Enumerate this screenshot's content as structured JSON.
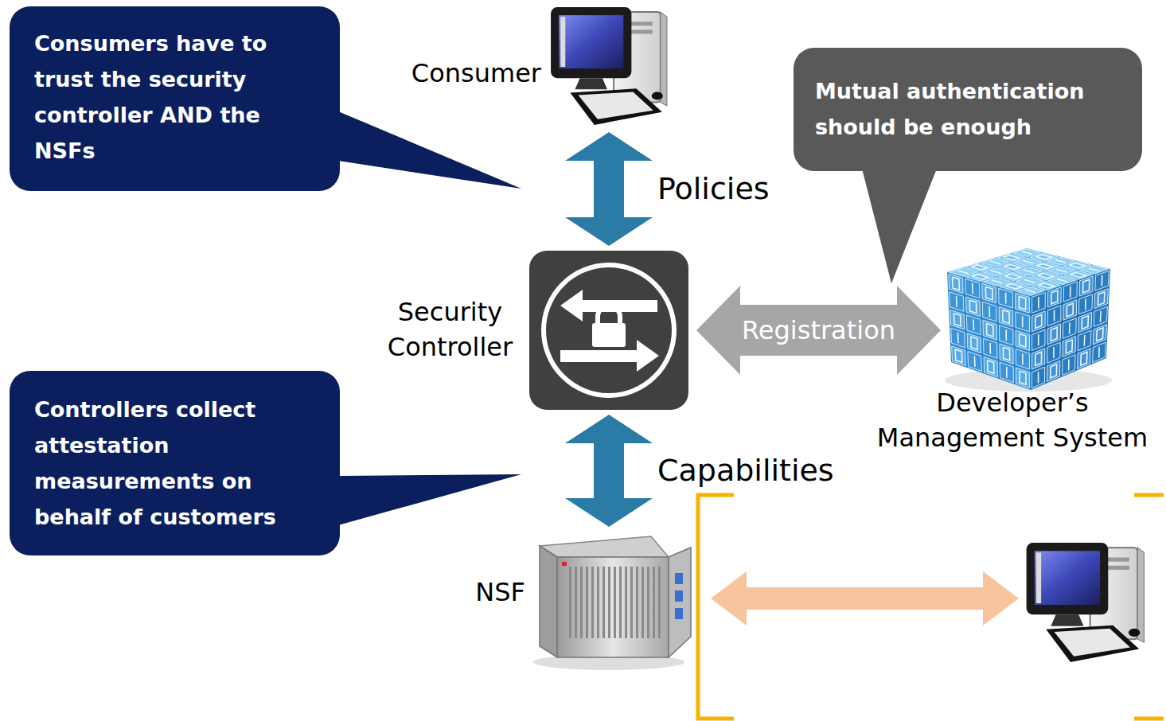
{
  "diagram": {
    "nodes": [
      {
        "text": [
          "Consumers have to trust the security controller AND the NSFs"
        ]
      },
      {
        "text": [
          "Consumer"
        ]
      },
      {
        "text": [
          "Mutual authentication should be enough"
        ]
      },
      {
        "text": [
          "Security Controller"
        ]
      },
      {
        "text": [
          "Developer’s Management System"
        ]
      },
      {
        "text": [
          "Controllers collect attestation measurements on behalf of customers"
        ]
      },
      {
        "text": [
          "NSF"
        ]
      }
    ],
    "edges": [
      {
        "from": 1,
        "to": 3,
        "label": "Policies",
        "arrow": "both"
      },
      {
        "from": 3,
        "to": 4,
        "label": "Registration",
        "arrow": "both"
      },
      {
        "from": 3,
        "to": 6,
        "label": "Capabilities",
        "arrow": "both"
      }
    ]
  }
}
